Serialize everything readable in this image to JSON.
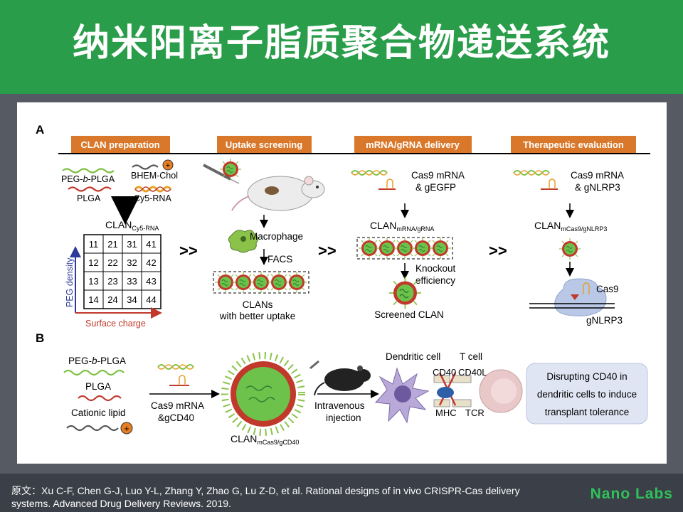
{
  "header": {
    "title": "纳米阳离子脂质聚合物递送系统",
    "bg": "#2a9d4a"
  },
  "panelA": {
    "label": "A",
    "stages": [
      "CLAN preparation",
      "Uptake screening",
      "mRNA/gRNA delivery",
      "Therapeutic evaluation"
    ],
    "stage_color": "#d9782a",
    "prep": {
      "peg_b": "PEG-",
      "peg_i": "b",
      "peg_e": "-PLGA",
      "bhem": "BHEM-Chol",
      "plga": "PLGA",
      "cy5": "Cy5-RNA",
      "clan_main": "CLAN",
      "clan_sub": "Cy5-RNA",
      "grid": [
        [
          "11",
          "21",
          "31",
          "41"
        ],
        [
          "12",
          "22",
          "32",
          "42"
        ],
        [
          "13",
          "23",
          "33",
          "43"
        ],
        [
          "14",
          "24",
          "34",
          "44"
        ]
      ],
      "y_axis": "PEG density",
      "x_axis": "Surface charge"
    },
    "arrows": ">>",
    "uptake": {
      "macrophage": "Macrophage",
      "facs": "FACS",
      "clans1": "CLANs",
      "clans2": "with better uptake"
    },
    "delivery": {
      "mrna1": "Cas9 mRNA",
      "mrna2": "& gEGFP",
      "clan_main": "CLAN",
      "clan_sub": "mRNA/gRNA",
      "ko1": "Knockout",
      "ko2": "efficiency",
      "screened": "Screened CLAN"
    },
    "therapy": {
      "mrna1": "Cas9 mRNA",
      "mrna2": "& gNLRP3",
      "clan_main": "CLAN",
      "clan_sub": "mCas9/gNLRP3",
      "cas9": "Cas9",
      "gnlrp3": "gNLRP3"
    }
  },
  "panelB": {
    "label": "B",
    "peg_b": "PEG-",
    "peg_i": "b",
    "peg_e": "-PLGA",
    "plga": "PLGA",
    "cationic": "Cationic lipid",
    "mrna1": "Cas9 mRNA",
    "mrna2": "&gCD40",
    "clan_main": "CLAN",
    "clan_sub": "mCas9/gCD40",
    "inj1": "Intravenous",
    "inj2": "injection",
    "dc": "Dendritic cell",
    "tcell": "T cell",
    "cd40": "CD40",
    "cd40l": "CD40L",
    "mhc": "MHC",
    "tcr": "TCR",
    "box1": "Disrupting CD40 in",
    "box2": "dendritic cells to induce",
    "box3": "transplant tolerance"
  },
  "footer": {
    "citation": "原文：Xu C-F, Chen G-J, Luo Y-L, Zhang Y, Zhao G, Lu Z-D, et al. Rational designs of in vivo CRISPR-Cas delivery systems.  Advanced Drug Delivery Reviews. 2019.",
    "brand": "Nano Labs",
    "brand_color": "#2fc25a"
  },
  "colors": {
    "particle_core": "#6cc24a",
    "particle_shell": "#c0392b",
    "peg_green": "#7cc142",
    "plga_red": "#c0392b"
  }
}
